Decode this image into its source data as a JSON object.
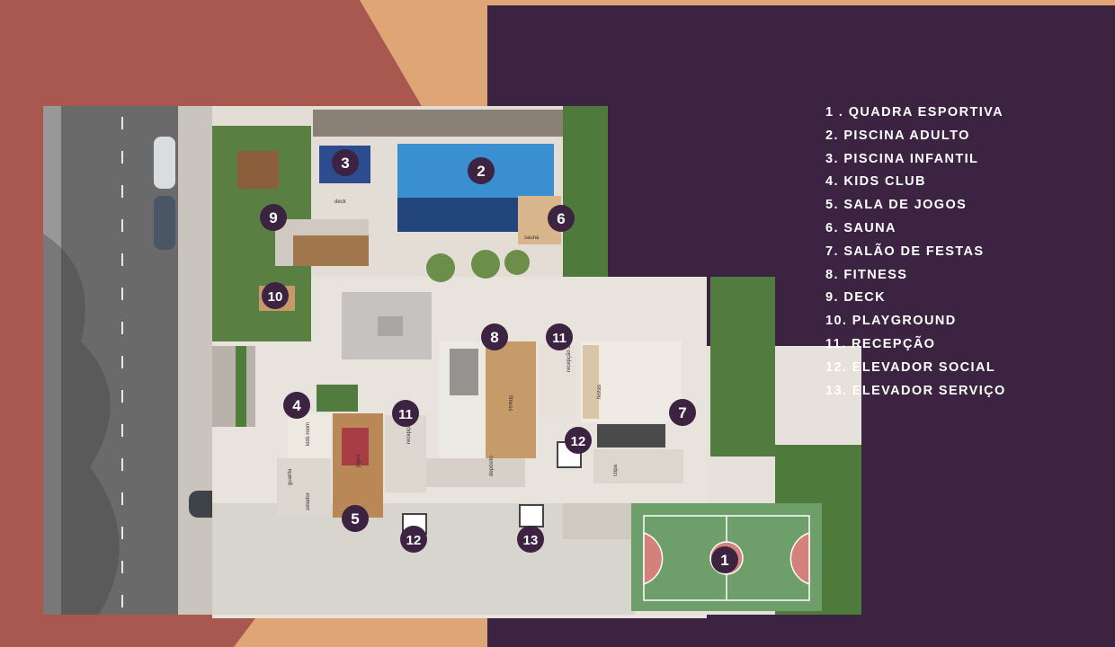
{
  "legend": [
    {
      "n": "1",
      "label": "1 . QUADRA ESPORTIVA"
    },
    {
      "n": "2",
      "label": "2. PISCINA ADULTO"
    },
    {
      "n": "3",
      "label": "3. PISCINA INFANTIL"
    },
    {
      "n": "4",
      "label": "4. KIDS CLUB"
    },
    {
      "n": "5",
      "label": "5. SALA DE JOGOS"
    },
    {
      "n": "6",
      "label": "6. SAUNA"
    },
    {
      "n": "7",
      "label": "7. SALÃO DE FESTAS"
    },
    {
      "n": "8",
      "label": "8. FITNESS"
    },
    {
      "n": "9",
      "label": "9. DECK"
    },
    {
      "n": "10",
      "label": "10. PLAYGROUND"
    },
    {
      "n": "11",
      "label": "11. RECEPÇÃO"
    },
    {
      "n": "12",
      "label": "12. ELEVADOR SOCIAL"
    },
    {
      "n": "13",
      "label": "13. ELEVADOR SERVIÇO"
    }
  ],
  "markers": [
    {
      "label": "1"
    },
    {
      "label": "2"
    },
    {
      "label": "3"
    },
    {
      "label": "4"
    },
    {
      "label": "5"
    },
    {
      "label": "6"
    },
    {
      "label": "7"
    },
    {
      "label": "8"
    },
    {
      "label": "9"
    },
    {
      "label": "10"
    },
    {
      "label": "11"
    },
    {
      "label": "11"
    },
    {
      "label": "12"
    },
    {
      "label": "12"
    },
    {
      "label": "13"
    }
  ],
  "room_labels": {
    "deck": "deck",
    "sauna": "sauna",
    "fitness": "fitness",
    "recepcao1": "recepção 1",
    "recepcao2": "recepção 2",
    "festas": "festas",
    "kids_room": "kids room",
    "jogos": "jogos",
    "deposito": "depósito",
    "copa": "copa",
    "guarita": "guarita",
    "zelador": "zelador"
  },
  "colors": {
    "terracotta": "#a8584e",
    "orange": "#e0a574",
    "purple": "#3b2341",
    "marker": "#3b2341",
    "pool": "#3a8fd0",
    "grass": "#4e7a3c",
    "court": "#6e9e6a",
    "court_key": "#d4807b",
    "floor": "#e6e1da",
    "wood": "#b88a5a"
  }
}
